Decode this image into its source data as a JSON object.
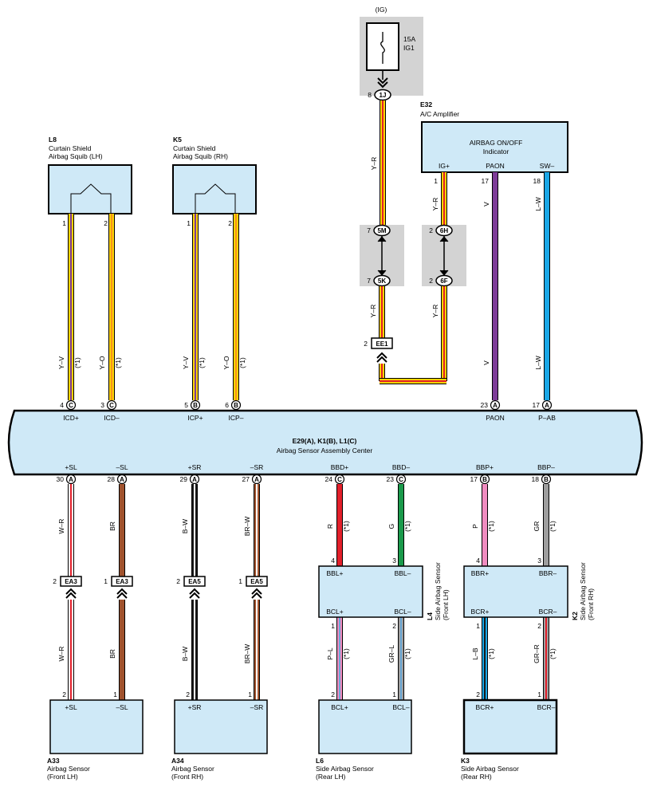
{
  "colors": {
    "box_fill": "#cfe9f7",
    "gray_fill": "#d3d3d3",
    "Y": "#ffd400",
    "R": "#e3202b",
    "V": "#7d3c98",
    "L": "#1aa7e6",
    "O": "#f7931e",
    "W": "#ffffff",
    "BR": "#a0522d",
    "B": "#1a1a1a",
    "G": "#1a9a4b",
    "P": "#f08cc0",
    "GR": "#9e9e9e",
    "L_light": "#6aa9d8"
  },
  "fuse": {
    "group": "(IG)",
    "rating": "15A",
    "name": "IG1",
    "pin": "8",
    "connector": "1J"
  },
  "amplifier": {
    "ref": "E32",
    "name": "A/C Amplifier",
    "title": "AIRBAG ON/OFF",
    "subtitle": "Indicator",
    "terminals": [
      {
        "name": "IG+",
        "pin": "1"
      },
      {
        "name": "PAON",
        "pin": "17"
      },
      {
        "name": "SW–",
        "pin": "18"
      }
    ]
  },
  "junctions": [
    {
      "pin_top": "7",
      "conn_top": "5M",
      "pin_bot": "7",
      "conn_bot": "5K"
    },
    {
      "pin_top": "2",
      "conn_top": "6H",
      "pin_bot": "2",
      "conn_bot": "6F"
    }
  ],
  "ee1": {
    "pin": "2",
    "name": "EE1"
  },
  "squibs": [
    {
      "ref": "L8",
      "line1": "Curtain Shield",
      "line2": "Airbag Squib (LH)",
      "pin1": "1",
      "pin2": "2"
    },
    {
      "ref": "K5",
      "line1": "Curtain Shield",
      "line2": "Airbag Squib (RH)",
      "pin1": "1",
      "pin2": "2"
    }
  ],
  "center": {
    "title": "E29(A), K1(B), L1(C)",
    "subtitle": "Airbag Sensor Assembly Center",
    "top_terms": [
      {
        "pin": "4",
        "conn": "C",
        "name": "ICD+"
      },
      {
        "pin": "3",
        "conn": "C",
        "name": "ICD–"
      },
      {
        "pin": "5",
        "conn": "B",
        "name": "ICP+"
      },
      {
        "pin": "6",
        "conn": "B",
        "name": "ICP–"
      },
      {
        "pin": "23",
        "conn": "A",
        "name": "PAON"
      },
      {
        "pin": "17",
        "conn": "A",
        "name": "P–AB"
      }
    ],
    "bottom_terms": [
      {
        "pin": "30",
        "conn": "A",
        "name": "+SL"
      },
      {
        "pin": "28",
        "conn": "A",
        "name": "–SL"
      },
      {
        "pin": "29",
        "conn": "A",
        "name": "+SR"
      },
      {
        "pin": "27",
        "conn": "A",
        "name": "–SR"
      },
      {
        "pin": "24",
        "conn": "C",
        "name": "BBD+"
      },
      {
        "pin": "23",
        "conn": "C",
        "name": "BBD–"
      },
      {
        "pin": "17",
        "conn": "B",
        "name": "BBP+"
      },
      {
        "pin": "18",
        "conn": "B",
        "name": "BBP–"
      }
    ]
  },
  "wires": {
    "fuse_down": "Y–R",
    "j1_down": "Y–R",
    "ig_down": "Y–R",
    "j2_down": "Y–R",
    "paon_top": "V",
    "paon_bot": "V",
    "sw_top": "L–W",
    "sw_bot": "L–W",
    "squib": [
      "Y–V",
      "Y–O",
      "Y–V",
      "Y–O"
    ],
    "note": "(*1)",
    "lower_top": [
      "W–R",
      "BR",
      "B–W",
      "BR–W",
      "R",
      "G",
      "P",
      "GR"
    ],
    "lower_bot": [
      "W–R",
      "BR",
      "B–W",
      "BR–W",
      "P–L",
      "GR–L",
      "L–B",
      "GR–R"
    ]
  },
  "ea_connectors": [
    {
      "pin": "2",
      "name": "EA3"
    },
    {
      "pin": "1",
      "name": "EA3"
    },
    {
      "pin": "2",
      "name": "EA5"
    },
    {
      "pin": "1",
      "name": "EA5"
    }
  ],
  "side_sensors": [
    {
      "ref": "L4",
      "name": "Side Airbag Sensor",
      "side": "(Front LH)",
      "t1": "BBL+",
      "t2": "BBL–",
      "b1": "BCL+",
      "b2": "BCL–",
      "pt1": "4",
      "pt2": "3",
      "pb1": "1",
      "pb2": "2"
    },
    {
      "ref": "K2",
      "name": "Side Airbag Sensor",
      "side": "(Front RH)",
      "t1": "BBR+",
      "t2": "BBR–",
      "b1": "BCR+",
      "b2": "BCR–",
      "pt1": "4",
      "pt2": "3",
      "pb1": "1",
      "pb2": "2"
    }
  ],
  "bottom_sensors": [
    {
      "ref": "A33",
      "name": "Airbag Sensor",
      "side": "(Front LH)",
      "t1": "+SL",
      "t2": "–SL",
      "p1": "2",
      "p2": "1"
    },
    {
      "ref": "A34",
      "name": "Airbag Sensor",
      "side": "(Front RH)",
      "t1": "+SR",
      "t2": "–SR",
      "p1": "2",
      "p2": "1"
    },
    {
      "ref": "L6",
      "name": "Side Airbag Sensor",
      "side": "(Rear LH)",
      "t1": "BCL+",
      "t2": "BCL–",
      "p1": "2",
      "p2": "1"
    },
    {
      "ref": "K3",
      "name": "Side Airbag Sensor",
      "side": "(Rear RH)",
      "t1": "BCR+",
      "t2": "BCR–",
      "p1": "2",
      "p2": "1"
    }
  ]
}
